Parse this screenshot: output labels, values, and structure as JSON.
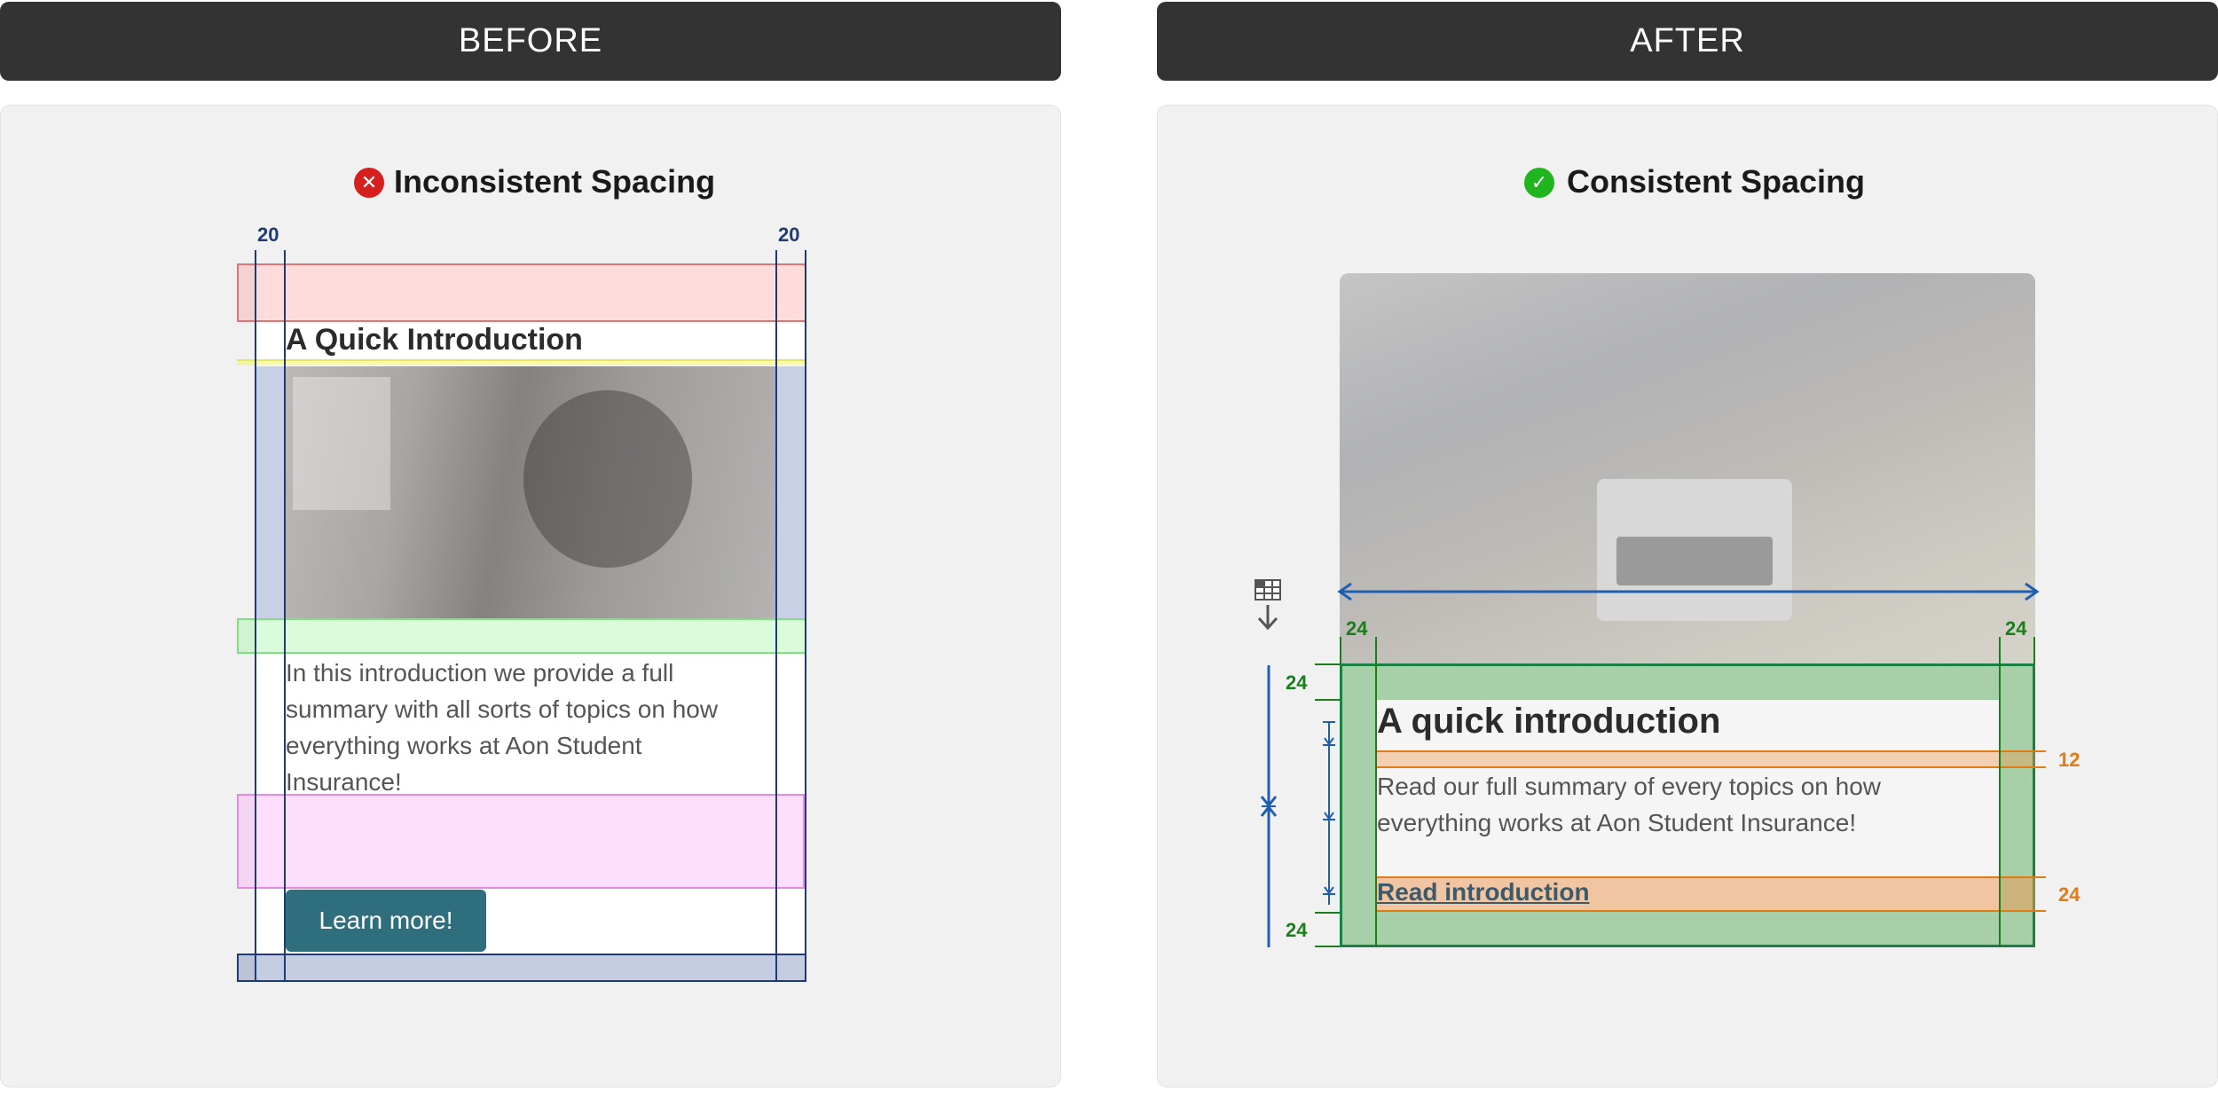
{
  "headers": {
    "before": "BEFORE",
    "after": "AFTER"
  },
  "before": {
    "title": "Inconsistent Spacing",
    "status_icon": "error-x-icon",
    "status_color": "#d61f1f",
    "measure_left": "20",
    "measure_right": "20",
    "heading": "A Quick Introduction",
    "body": "In this introduction we provide a full summary with all sorts of topics on how everything works at Aon Student Insurance!",
    "button_label": "Learn more!"
  },
  "after": {
    "title": "Consistent Spacing",
    "status_icon": "check-icon",
    "status_color": "#1fb51f",
    "heading": "A quick introduction",
    "body": "Read our full summary of every topics on how everything works at Aon Student Insurance!",
    "link_label": "Read introduction",
    "pad_left": "24",
    "pad_right": "24",
    "pad_top": "24",
    "pad_bottom": "24",
    "gap_heading": "12",
    "gap_link": "24"
  },
  "colors": {
    "header_bg": "#333333",
    "panel_bg": "#f1f1f1",
    "guide_blue": "#1f3b77",
    "guide_green": "#1a7f1a",
    "guide_orange": "#e07b15"
  }
}
